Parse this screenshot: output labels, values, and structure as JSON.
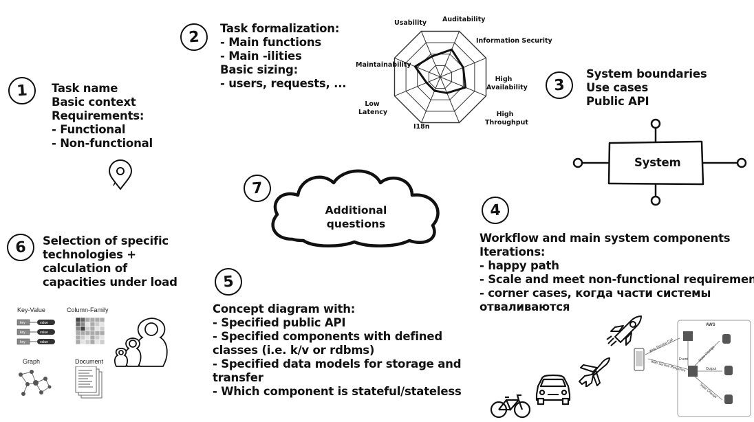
{
  "steps": {
    "s1": {
      "num": "1",
      "lines": [
        "Task name",
        "Basic context",
        "Requirements:",
        "- Functional",
        "- Non-functional"
      ]
    },
    "s2": {
      "num": "2",
      "lines": [
        "Task formalization:",
        "- Main functions",
        "- Main -ilities",
        "Basic sizing:",
        "- users, requests, ..."
      ]
    },
    "s3": {
      "num": "3",
      "lines": [
        "System boundaries",
        "Use cases",
        "Public API"
      ],
      "box_label": "System"
    },
    "s4": {
      "num": "4",
      "lines": [
        "Workflow and main system components",
        "Iterations:",
        "- happy path",
        "- Scale and meet non-functional requirements",
        "- corner cases, когда части системы",
        "отваливаются"
      ]
    },
    "s5": {
      "num": "5",
      "lines": [
        "Concept diagram with:",
        "- Specified public API",
        "- Specified components with defined",
        "classes (i.e. k/v or rdbms)",
        "- Specified data models for storage and",
        "transfer",
        "- Which component is stateful/stateless"
      ]
    },
    "s6": {
      "num": "6",
      "lines": [
        "Selection of specific",
        "technologies +",
        "calculation of",
        "capacities under load"
      ]
    },
    "s7": {
      "num": "7",
      "cloud_lines": [
        "Additional",
        "questions"
      ]
    }
  },
  "radar": {
    "axes": [
      "Auditability",
      "Information Security",
      "High Availability",
      "High Throughput",
      "I18n",
      "Low Latency",
      "Maintainability",
      "Usability"
    ],
    "values": [
      0.6,
      0.5,
      0.55,
      0.35,
      0.3,
      0.3,
      0.55,
      0.45
    ],
    "rings": 4
  },
  "db_types": {
    "key_value": {
      "title": "Key-Value",
      "key": "key",
      "value": "value"
    },
    "column_family": {
      "title": "Column-Family"
    },
    "graph": {
      "title": "Graph"
    },
    "document": {
      "title": "Document"
    }
  },
  "aws": {
    "title": "AWS",
    "labels": [
      "Web Service Call",
      "Web Service Response",
      "Event",
      "State Change",
      "Output",
      "State Change"
    ]
  },
  "icons": [
    "location-pin-icon",
    "nesting-dolls-icon",
    "rocket-icon",
    "airplane-icon",
    "car-icon",
    "bicycle-icon",
    "phone-icon"
  ]
}
